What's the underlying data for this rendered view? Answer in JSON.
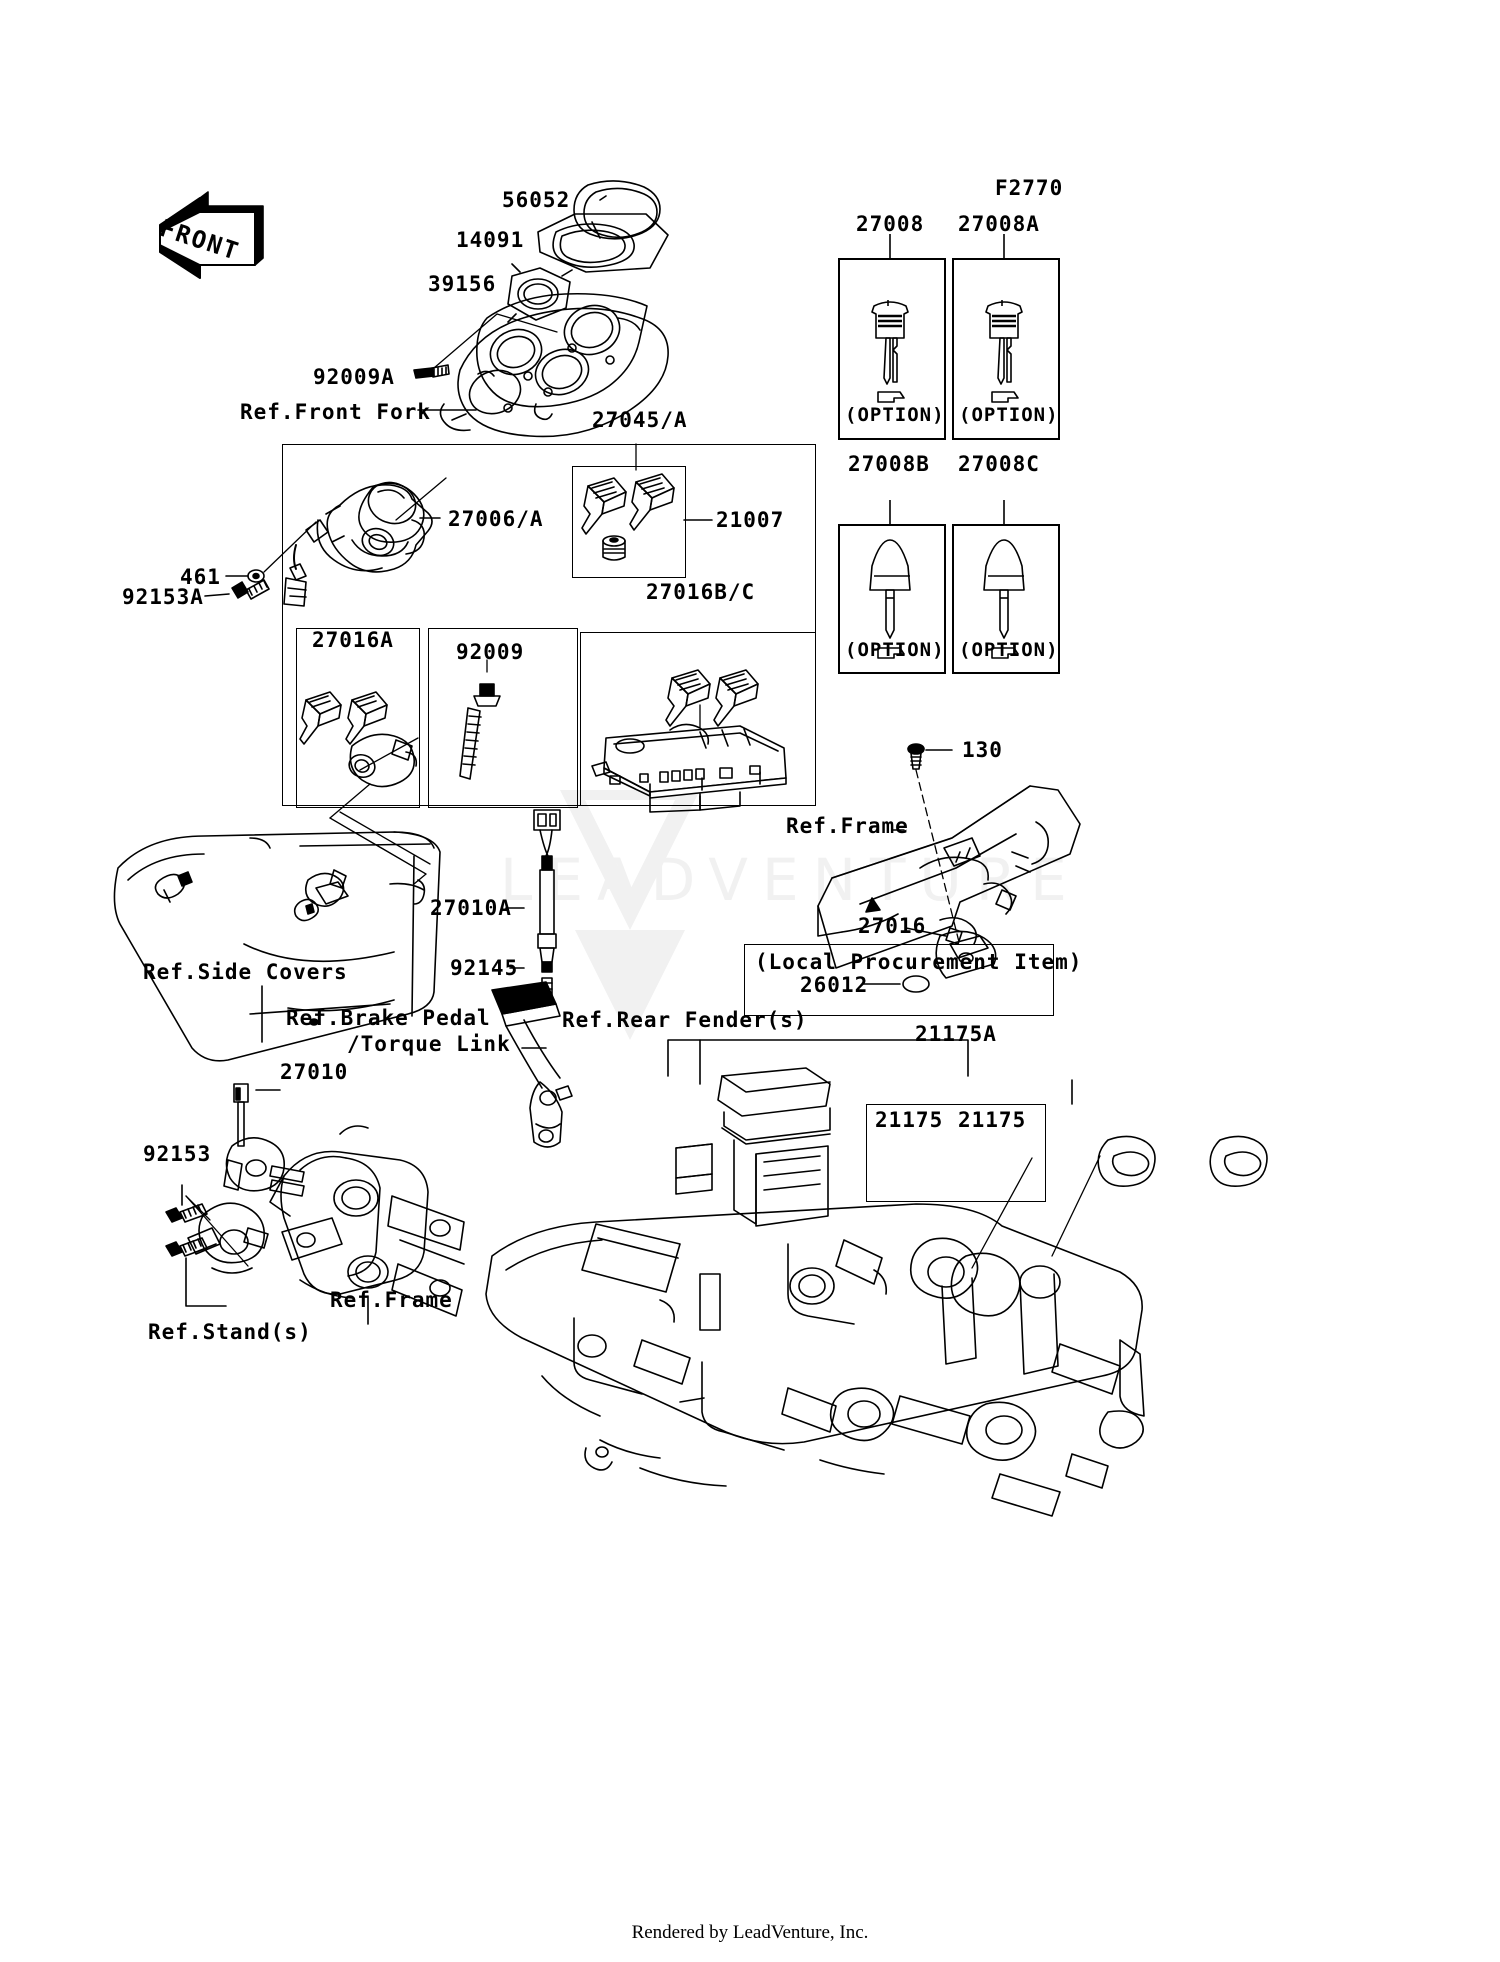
{
  "diagram": {
    "code": "F2770",
    "front_marker": "FRONT",
    "footer": "Rendered by LeadVenture, Inc.",
    "watermark": "LEADVENTURE"
  },
  "callouts": {
    "p56052": "56052",
    "p14091": "14091",
    "p39156": "39156",
    "p92009A": "92009A",
    "ref_front_fork": "Ref.Front Fork",
    "p27006A": "27006/A",
    "p27045A": "27045/A",
    "p21007": "21007",
    "p461": "461",
    "p92153A": "92153A",
    "p27016A": "27016A",
    "p92009": "92009",
    "p27016BC": "27016B/C",
    "p130": "130",
    "ref_frame_top": "Ref.Frame",
    "p27016": "27016",
    "ref_side_covers": "Ref.Side Covers",
    "p27010A": "27010A",
    "p92145": "92145",
    "ref_brake_pedal_l1": "Ref.Brake Pedal",
    "ref_brake_pedal_l2": "/Torque Link",
    "ref_rear_fender": "Ref.Rear Fender(s)",
    "p27010": "27010",
    "p92153": "92153",
    "ref_stand": "Ref.Stand(s)",
    "ref_frame_bottom": "Ref.Frame",
    "p21175A": "21175A",
    "p21175_left": "21175",
    "p21175_right": "21175",
    "local_procurement": "(Local Procurement Item)",
    "p26012": "26012"
  },
  "option_boxes": [
    {
      "id": "box-27008",
      "label": "27008",
      "option_text": "(OPTION)",
      "key_type": "flat-key"
    },
    {
      "id": "box-27008A",
      "label": "27008A",
      "option_text": "(OPTION)",
      "key_type": "flat-key"
    },
    {
      "id": "box-27008B",
      "label": "27008B",
      "option_text": "(OPTION)",
      "key_type": "round-key"
    },
    {
      "id": "box-27008C",
      "label": "27008C",
      "option_text": "(OPTION)",
      "key_type": "round-key"
    }
  ],
  "colors": {
    "line": "#000000",
    "background": "#ffffff",
    "watermark": "#f0f0f0"
  }
}
